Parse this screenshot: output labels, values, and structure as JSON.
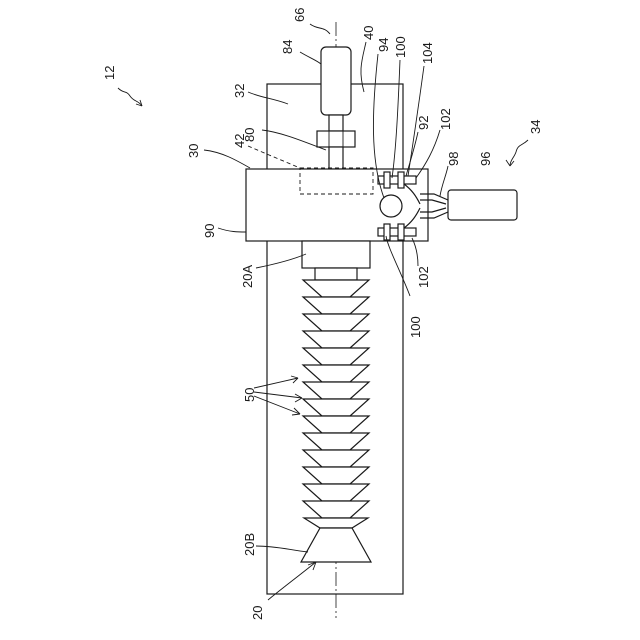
{
  "labels": {
    "l12": "12",
    "l66": "66",
    "l84": "84",
    "l40": "40",
    "l94": "94",
    "l100_top": "100",
    "l104": "104",
    "l34": "34",
    "l32": "32",
    "l80": "80",
    "l92": "92",
    "l102_top": "102",
    "l30": "30",
    "l42": "42",
    "l98": "98",
    "l96": "96",
    "l90": "90",
    "l20A": "20A",
    "l102_bottom": "102",
    "l100_bottom": "100",
    "l50": "50",
    "l20B": "20B",
    "l20": "20"
  },
  "colors": {
    "line": "#1a1a1a",
    "background": "#ffffff"
  }
}
